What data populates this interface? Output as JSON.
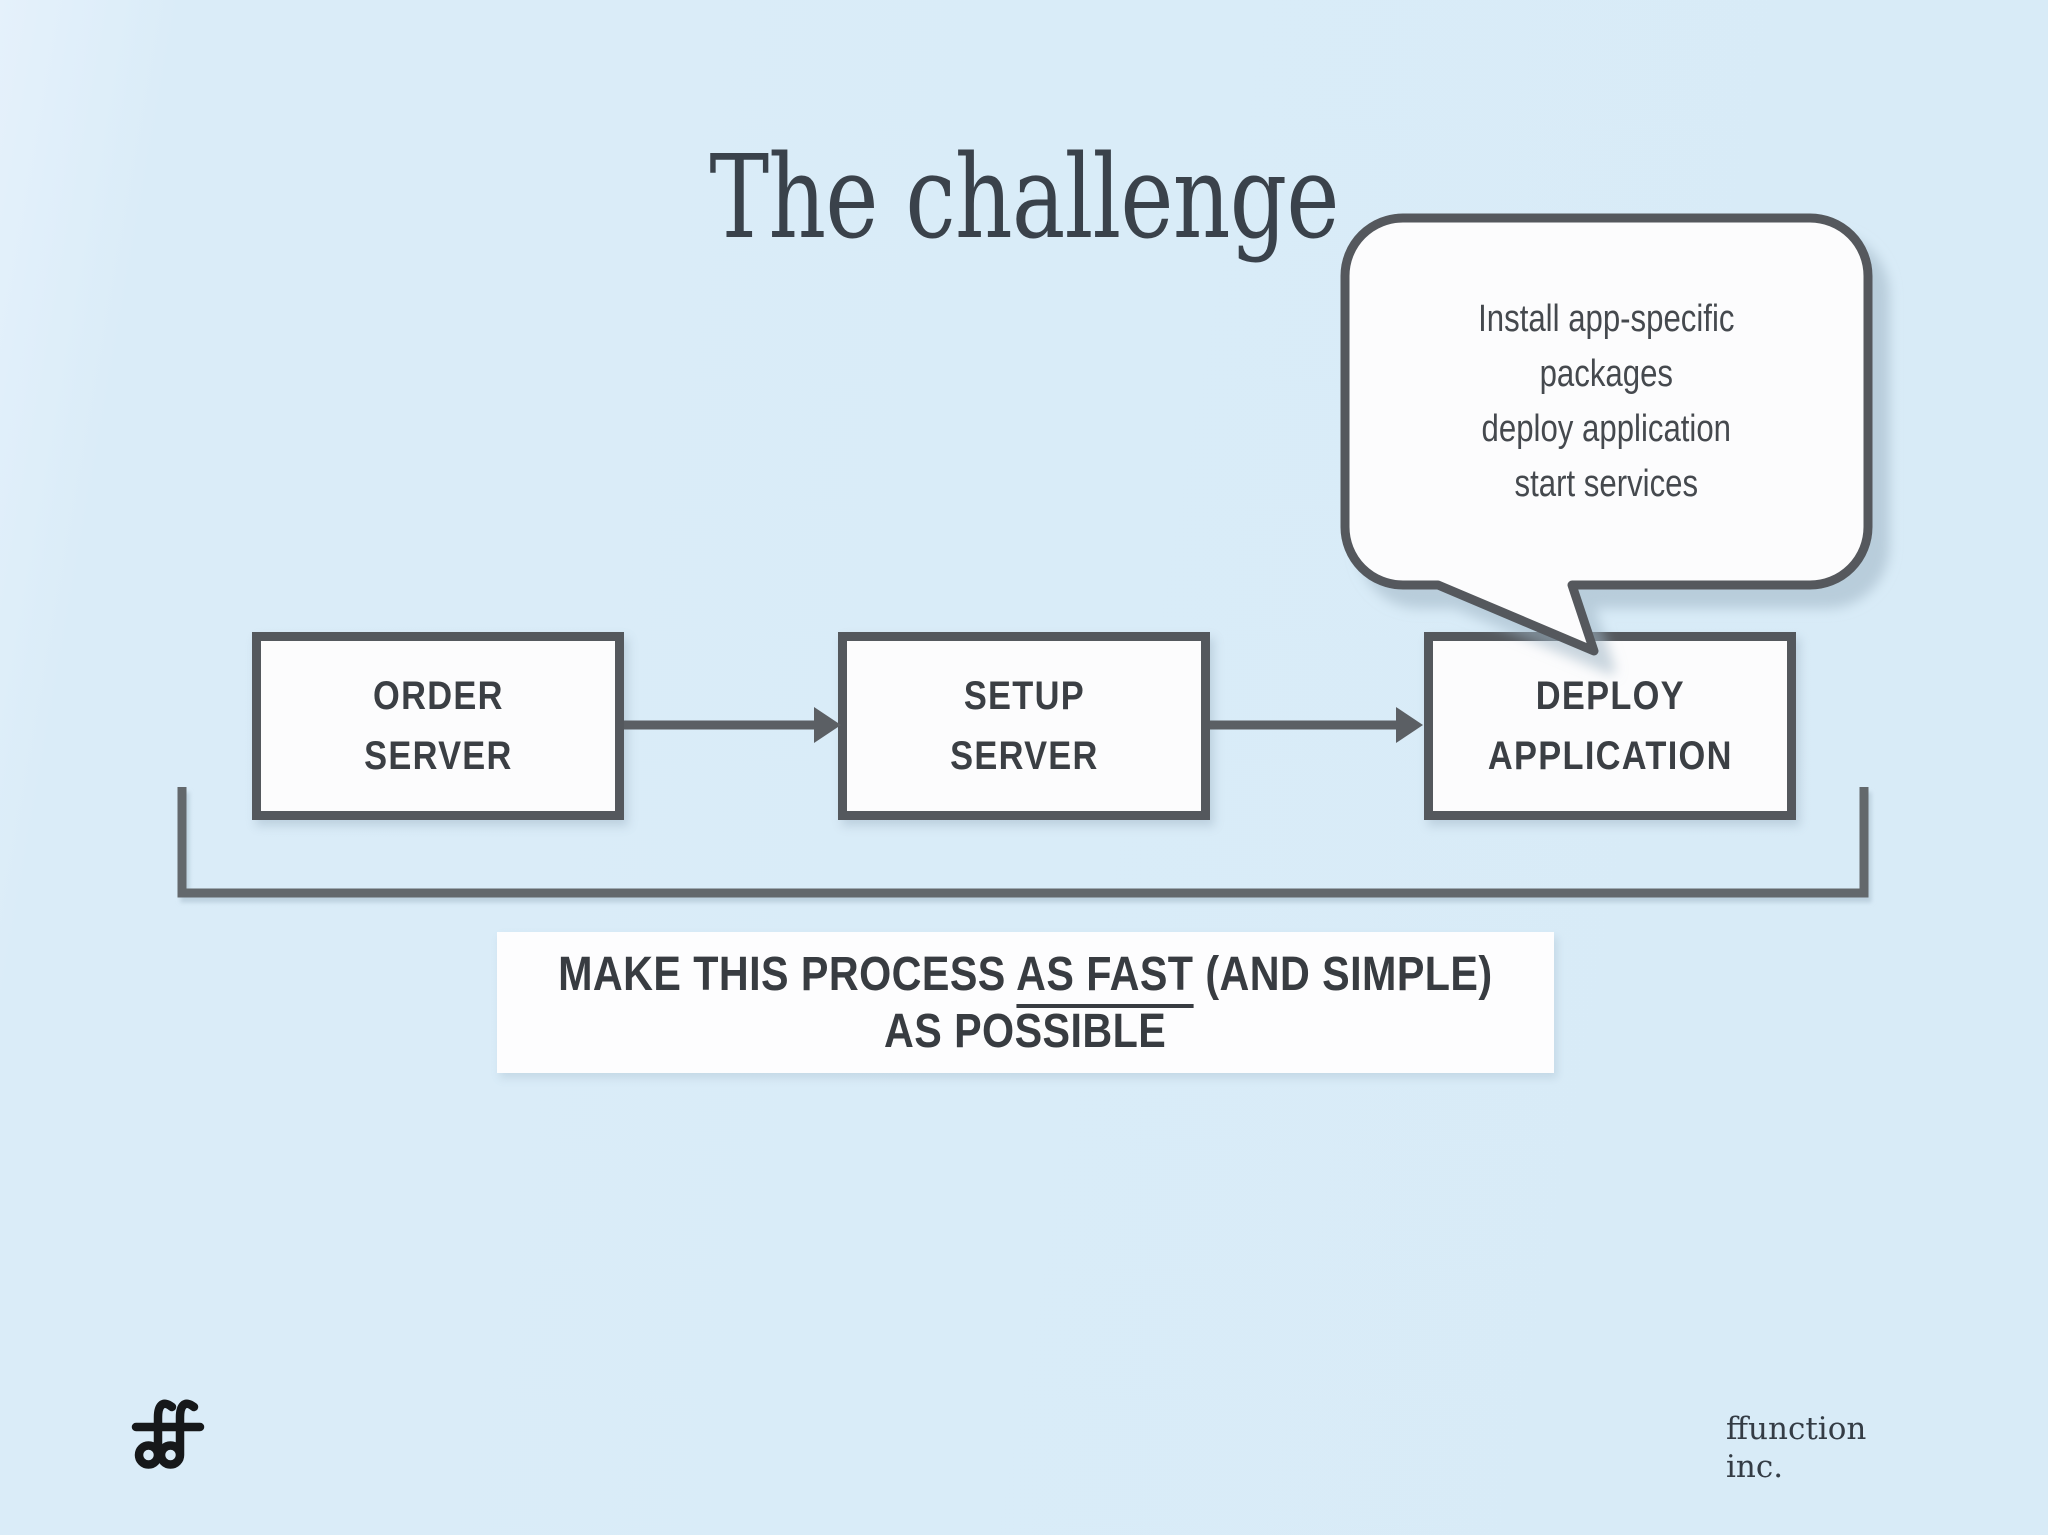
{
  "title": "The challenge",
  "bubble": {
    "lines": [
      "Install app-specific",
      "packages",
      "deploy application",
      "start services"
    ]
  },
  "boxes": {
    "order": {
      "line1": "ORDER",
      "line2": "SERVER"
    },
    "setup": {
      "line1": "SETUP",
      "line2": "SERVER"
    },
    "deploy": {
      "line1": "DEPLOY",
      "line2": "APPLICATION"
    }
  },
  "banner": {
    "prefix": "MAKE THIS PROCESS ",
    "underlined": "AS FAST",
    "suffix": " (AND SIMPLE)",
    "line2": "AS POSSIBLE"
  },
  "footer": {
    "line1": "ffunction",
    "line2": "inc."
  },
  "icons": {
    "logo": "ffunction-double-f-logo"
  },
  "colors": {
    "background": "#d9ecf8",
    "stroke_gray": "#54585d",
    "box_fill": "#fcfcfd",
    "text_dark": "#3b3f44",
    "title_color": "#3a424b",
    "shadow": "#9fb4c4",
    "logo_black": "#16181a"
  }
}
